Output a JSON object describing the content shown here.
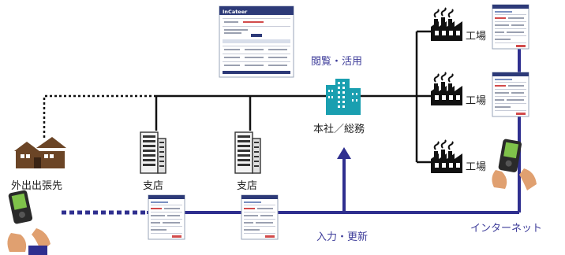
{
  "colors": {
    "network_line": "#111111",
    "flow_arrow": "#2f2f8f",
    "hq_building": "#1a9fb0",
    "building_brown": "#6b4526",
    "label_blue": "#3e3d9a"
  },
  "labels": {
    "view_use": "閲覧・活用",
    "hq": "本社／総務",
    "factory_1": "工場",
    "factory_2": "工場",
    "factory_3": "工場",
    "branch_1": "支店",
    "branch_2": "支店",
    "field": "外出出張先",
    "input_update": "入力・更新",
    "internet": "インターネット"
  },
  "screen_header": "InCateer",
  "icons": {
    "hq": "office-building-icon",
    "factory": "factory-icon",
    "branch": "branch-building-icon",
    "field": "house-icon",
    "mobile": "pda-handheld-icon",
    "screen": "web-screen-thumbnail"
  }
}
